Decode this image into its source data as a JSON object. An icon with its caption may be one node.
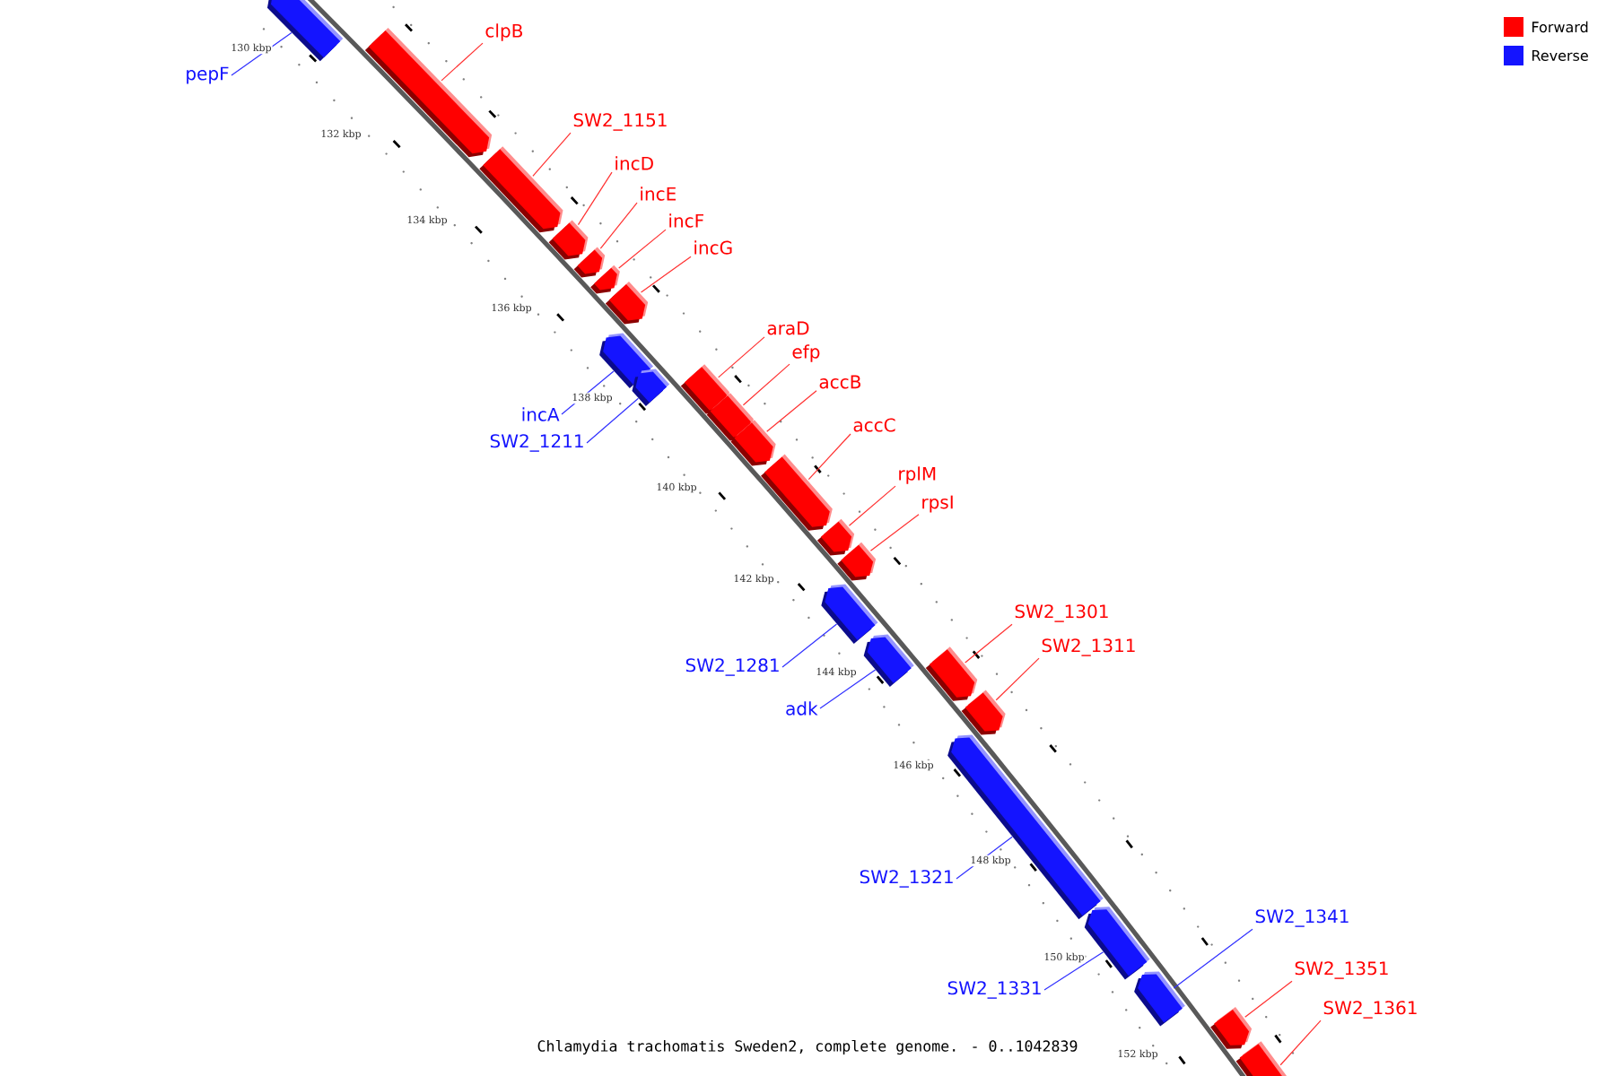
{
  "diagram": {
    "caption": "Chlamydia trachomatis Sweden2, complete genome. - 0..1042839",
    "nodes": [
      {
        "text": [
          "pepF"
        ]
      },
      {
        "text": [],
        "shape": "block"
      },
      {
        "text": [
          "clpB"
        ]
      },
      {
        "text": [],
        "shape": "block"
      },
      {
        "text": [
          "SW2_1151"
        ]
      },
      {
        "text": [],
        "shape": "block"
      },
      {
        "text": [
          "incD"
        ]
      },
      {
        "text": [],
        "shape": "block"
      },
      {
        "text": [
          "incE"
        ]
      },
      {
        "text": [],
        "shape": "block"
      },
      {
        "text": [
          "incF"
        ]
      },
      {
        "text": [],
        "shape": "block"
      },
      {
        "text": [
          "incG"
        ]
      },
      {
        "text": [],
        "shape": "block"
      },
      {
        "text": [
          "incA"
        ]
      },
      {
        "text": [],
        "shape": "block"
      },
      {
        "text": [
          "SW2_1211"
        ]
      },
      {
        "text": [],
        "shape": "block"
      },
      {
        "text": [
          "araD"
        ]
      },
      {
        "text": [],
        "shape": "block"
      },
      {
        "text": [
          "efp"
        ]
      },
      {
        "text": [],
        "shape": "block"
      },
      {
        "text": [
          "accB"
        ]
      },
      {
        "text": [],
        "shape": "block"
      },
      {
        "text": [
          "accC"
        ]
      },
      {
        "text": [],
        "shape": "block"
      },
      {
        "text": [
          "rplM"
        ]
      },
      {
        "text": [],
        "shape": "block"
      },
      {
        "text": [
          "rpsI"
        ]
      },
      {
        "text": [],
        "shape": "block"
      },
      {
        "text": [
          "SW2_1281"
        ]
      },
      {
        "text": [],
        "shape": "block"
      },
      {
        "text": [
          "adk"
        ]
      },
      {
        "text": [],
        "shape": "block"
      },
      {
        "text": [
          "SW2_1301"
        ]
      },
      {
        "text": [],
        "shape": "block"
      },
      {
        "text": [
          "SW2_1311"
        ]
      },
      {
        "text": [],
        "shape": "block"
      },
      {
        "text": [
          "SW2_1321"
        ]
      },
      {
        "text": [],
        "shape": "block"
      },
      {
        "text": [
          "SW2_1331"
        ]
      },
      {
        "text": [],
        "shape": "block"
      },
      {
        "text": [
          "SW2_1341"
        ]
      },
      {
        "text": [],
        "shape": "block"
      },
      {
        "text": [
          "SW2_1351"
        ]
      },
      {
        "text": [],
        "shape": "block"
      },
      {
        "text": [
          "SW2_1361"
        ]
      },
      {
        "text": [],
        "shape": "block"
      }
    ],
    "edges": [
      {
        "from": 0,
        "to": 1,
        "arrow": "none",
        "color": "#3030ff"
      },
      {
        "from": 2,
        "to": 3,
        "arrow": "none"
      },
      {
        "from": 4,
        "to": 5,
        "arrow": "none"
      },
      {
        "from": 6,
        "to": 7,
        "arrow": "none"
      },
      {
        "from": 8,
        "to": 9,
        "arrow": "none"
      },
      {
        "from": 10,
        "to": 11,
        "arrow": "none"
      },
      {
        "from": 12,
        "to": 13,
        "arrow": "none"
      },
      {
        "from": 14,
        "to": 15,
        "arrow": "none",
        "color": "#3030ff"
      },
      {
        "from": 16,
        "to": 17,
        "arrow": "none",
        "color": "#3030ff"
      },
      {
        "from": 18,
        "to": 19,
        "arrow": "none"
      },
      {
        "from": 20,
        "to": 21,
        "arrow": "none"
      },
      {
        "from": 22,
        "to": 23,
        "arrow": "none"
      },
      {
        "from": 24,
        "to": 25,
        "arrow": "none"
      },
      {
        "from": 26,
        "to": 27,
        "arrow": "none"
      },
      {
        "from": 28,
        "to": 29,
        "arrow": "none"
      },
      {
        "from": 30,
        "to": 31,
        "arrow": "none",
        "color": "#3030ff"
      },
      {
        "from": 32,
        "to": 33,
        "arrow": "none",
        "color": "#3030ff"
      },
      {
        "from": 34,
        "to": 35,
        "arrow": "none"
      },
      {
        "from": 36,
        "to": 37,
        "arrow": "none"
      },
      {
        "from": 38,
        "to": 39,
        "arrow": "none",
        "color": "#3030ff"
      },
      {
        "from": 40,
        "to": 41,
        "arrow": "none",
        "color": "#3030ff"
      },
      {
        "from": 42,
        "to": 43,
        "arrow": "none",
        "color": "#3030ff"
      },
      {
        "from": 44,
        "to": 45,
        "arrow": "none"
      },
      {
        "from": 46,
        "to": 47,
        "arrow": "none"
      }
    ],
    "labels": [
      "130 kbp",
      "132 kbp",
      "134 kbp",
      "136 kbp",
      "138 kbp",
      "140 kbp",
      "142 kbp",
      "144 kbp",
      "146 kbp",
      "148 kbp",
      "150 kbp",
      "152 kbp"
    ],
    "legend": [
      {
        "text": "Forward",
        "color": "#ff0000"
      },
      {
        "text": "Reverse",
        "color": "#1414ff"
      }
    ]
  }
}
